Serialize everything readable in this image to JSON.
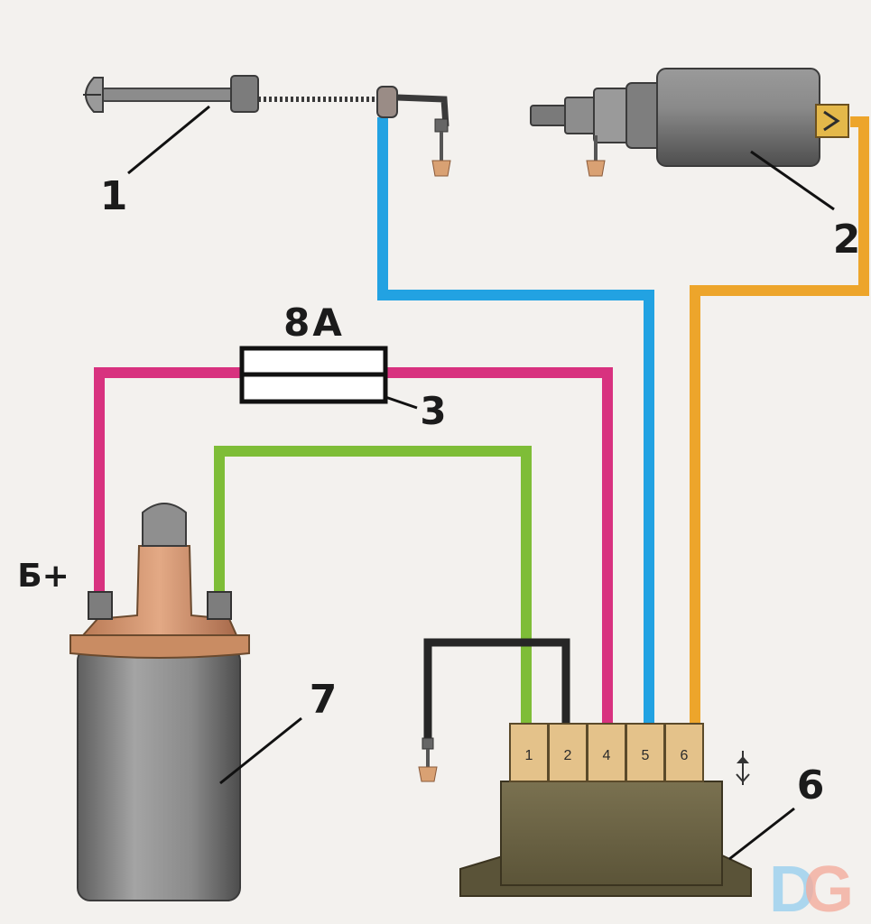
{
  "labels": {
    "callout_1": "1",
    "callout_2": "2",
    "callout_3": "3",
    "callout_6": "6",
    "callout_7": "7",
    "fuse_rating": "8A",
    "battery_plus": "Б+"
  },
  "connector_pins": [
    "1",
    "2",
    "4",
    "5",
    "6"
  ],
  "watermark": {
    "letter_1": "D",
    "letter_2": "G"
  },
  "colors": {
    "wire_blue": "#22a2e2",
    "wire_orange": "#eda52b",
    "wire_magenta": "#d8327f",
    "wire_green": "#7ebd37",
    "wire_black": "#262626",
    "component_gray": "#8c8c8c",
    "coil_cap": "#d69a73",
    "controller_body": "#6d6544",
    "connector_pin": "#e4c28a"
  }
}
